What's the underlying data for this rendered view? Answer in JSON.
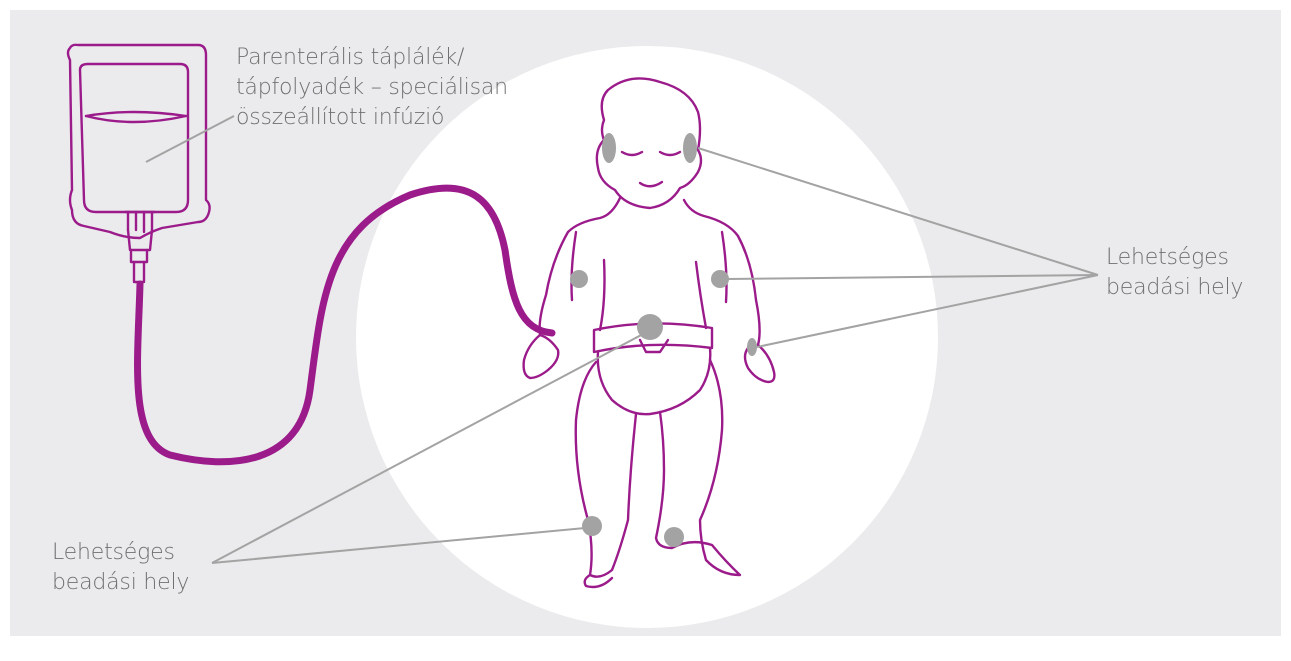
{
  "labels": {
    "bag": {
      "line1": "Parenterális táplálék/",
      "line2": "tápfolyadék – speciálisan",
      "line3": "összeállított infúzió"
    },
    "site_right": {
      "line1": "Lehetséges",
      "line2": "beadási hely"
    },
    "site_left": {
      "line1": "Lehetséges",
      "line2": "beadási hely"
    }
  },
  "colors": {
    "background_panel": "#ebebed",
    "spotlight": "#ffffff",
    "outline": "#9b1b8b",
    "tube": "#9b1b8b",
    "site_marker": "#a3a3a3",
    "leader_line": "#a3a3a3",
    "label_text": "#6f6f6f"
  }
}
